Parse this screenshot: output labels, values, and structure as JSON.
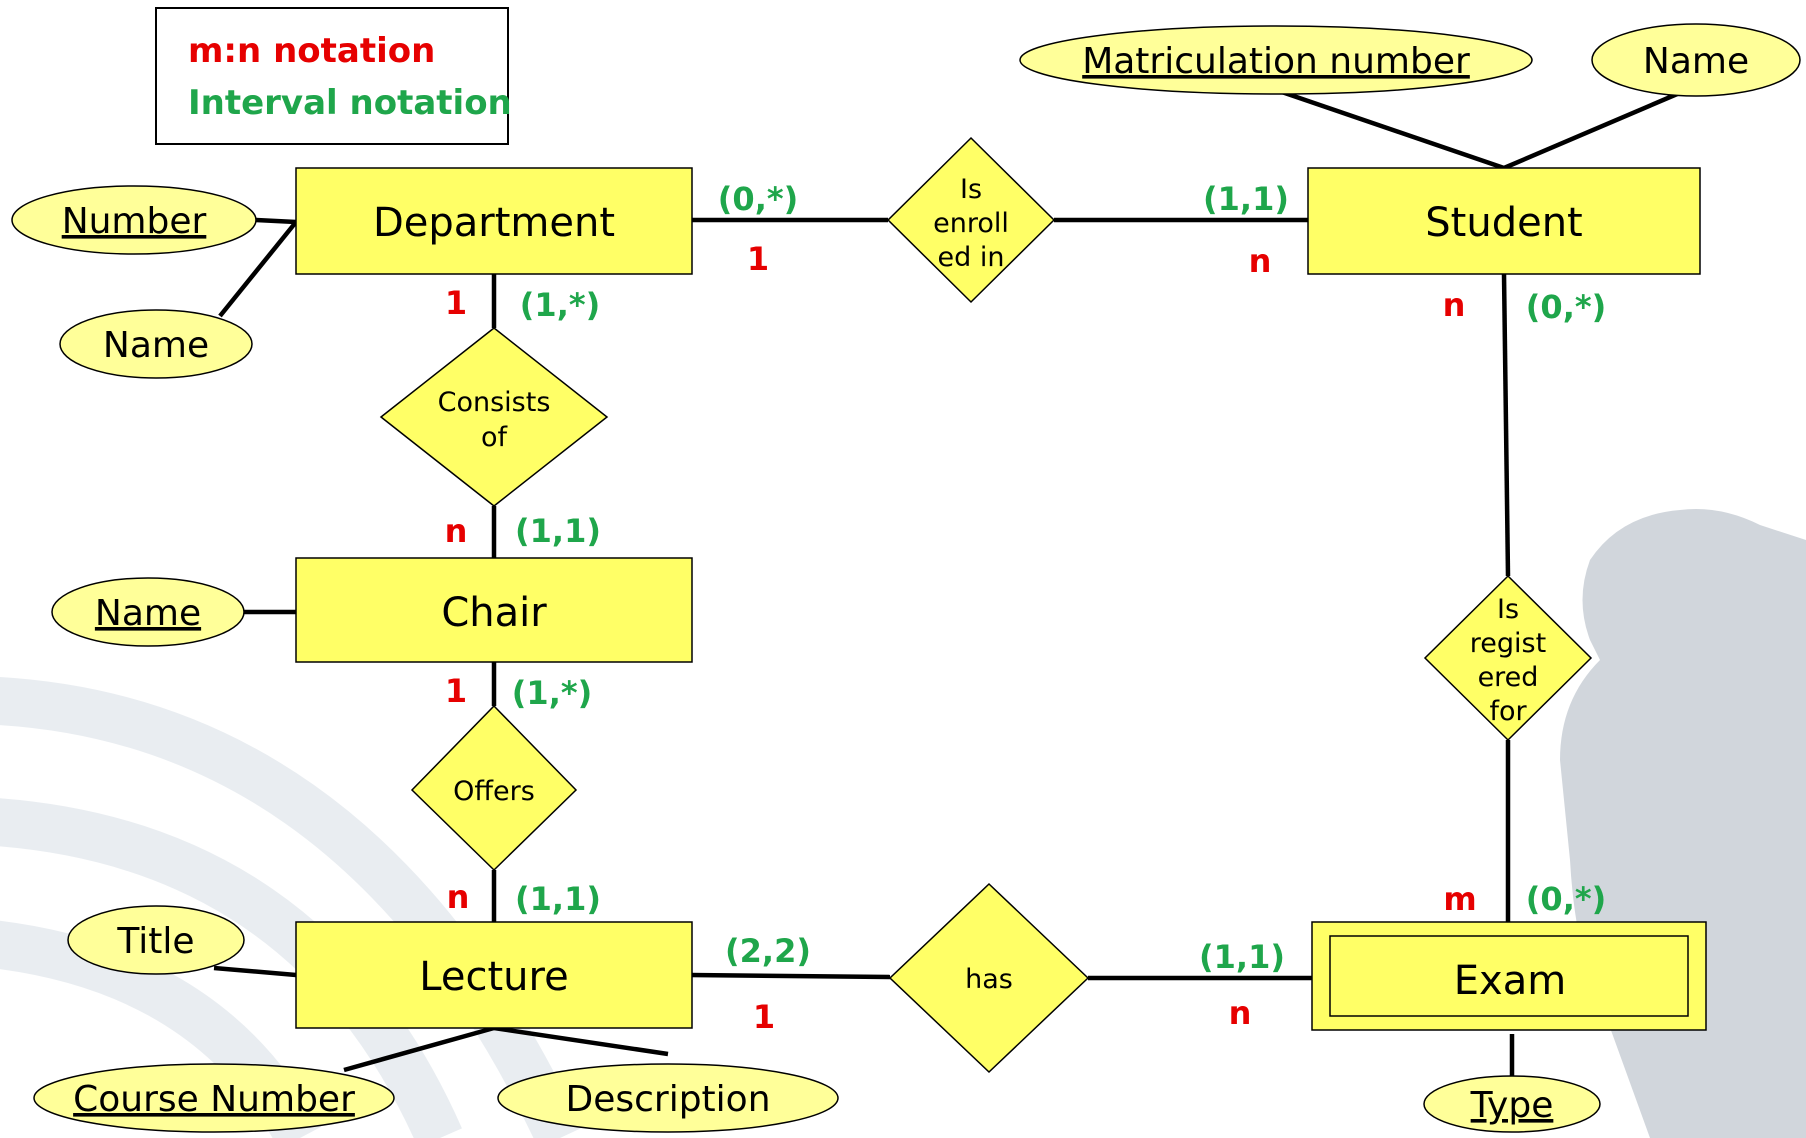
{
  "legend": {
    "mn_label": "m:n notation",
    "interval_label": "Interval notation"
  },
  "colors": {
    "mn": "#e60000",
    "interval": "#1fa64b",
    "entity_fill": "#ffff66",
    "attribute_fill": "#ffff99"
  },
  "entities": {
    "department": "Department",
    "student": "Student",
    "chair": "Chair",
    "lecture": "Lecture",
    "exam": "Exam"
  },
  "attributes": {
    "department_number": "Number",
    "department_name": "Name",
    "student_matriculation_number": "Matriculation number",
    "student_name": "Name",
    "chair_name": "Name",
    "lecture_title": "Title",
    "lecture_course_number": "Course Number",
    "lecture_description": "Description",
    "exam_type": "Type"
  },
  "relationships": {
    "is_enrolled_in": [
      "Is",
      "enroll",
      "ed in"
    ],
    "consists_of": [
      "Consists",
      "of"
    ],
    "offers": [
      "Offers"
    ],
    "has": [
      "has"
    ],
    "is_registered_for": [
      "Is",
      "regist",
      "ered",
      "for"
    ]
  },
  "cardinalities": {
    "dept_enrolled_mn": "1",
    "dept_enrolled_interval": "(0,*)",
    "student_enrolled_mn": "n",
    "student_enrolled_interval": "(1,1)",
    "dept_consists_mn": "1",
    "dept_consists_interval": "(1,*)",
    "chair_consists_mn": "n",
    "chair_consists_interval": "(1,1)",
    "chair_offers_mn": "1",
    "chair_offers_interval": "(1,*)",
    "lecture_offers_mn": "n",
    "lecture_offers_interval": "(1,1)",
    "lecture_has_mn": "1",
    "lecture_has_interval": "(2,2)",
    "exam_has_mn": "n",
    "exam_has_interval": "(1,1)",
    "student_registered_mn": "n",
    "student_registered_interval": "(0,*)",
    "exam_registered_mn": "m",
    "exam_registered_interval": "(0,*)"
  }
}
